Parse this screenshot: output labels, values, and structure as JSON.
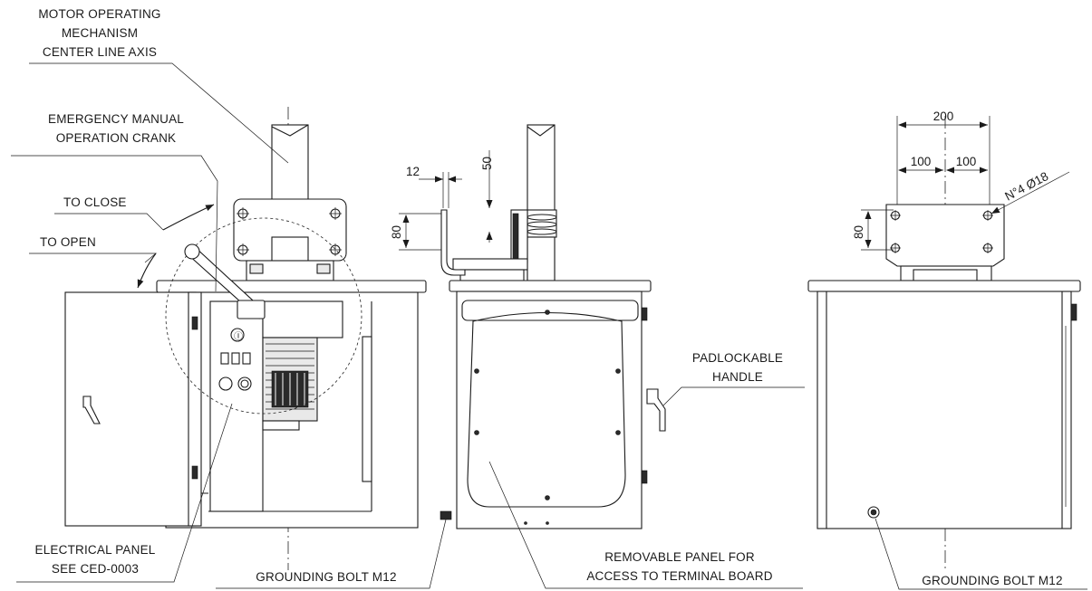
{
  "labels": {
    "motor_axis": [
      "MOTOR OPERATING",
      "MECHANISM",
      "CENTER LINE AXIS"
    ],
    "crank": [
      "EMERGENCY MANUAL",
      "OPERATION CRANK"
    ],
    "to_close": "TO CLOSE",
    "to_open": "TO OPEN",
    "electrical_panel": [
      "ELECTRICAL PANEL",
      "SEE CED-0003"
    ],
    "grounding_bolt_front": "GROUNDING BOLT M12",
    "removable_panel": [
      "REMOVABLE PANEL FOR",
      "ACCESS TO TERMINAL BOARD"
    ],
    "padlockable_handle": [
      "PADLOCKABLE",
      "HANDLE"
    ],
    "grounding_bolt_side": "GROUNDING BOLT M12"
  },
  "dimensions": {
    "side_top_12": "12",
    "side_top_50": "50",
    "side_flange_80": "80",
    "right_200": "200",
    "right_100_left": "100",
    "right_100_right": "100",
    "right_80": "80",
    "holes": "N°4 Ø18"
  },
  "panel_symbols": {
    "power_symbol": "Ⓘ"
  }
}
